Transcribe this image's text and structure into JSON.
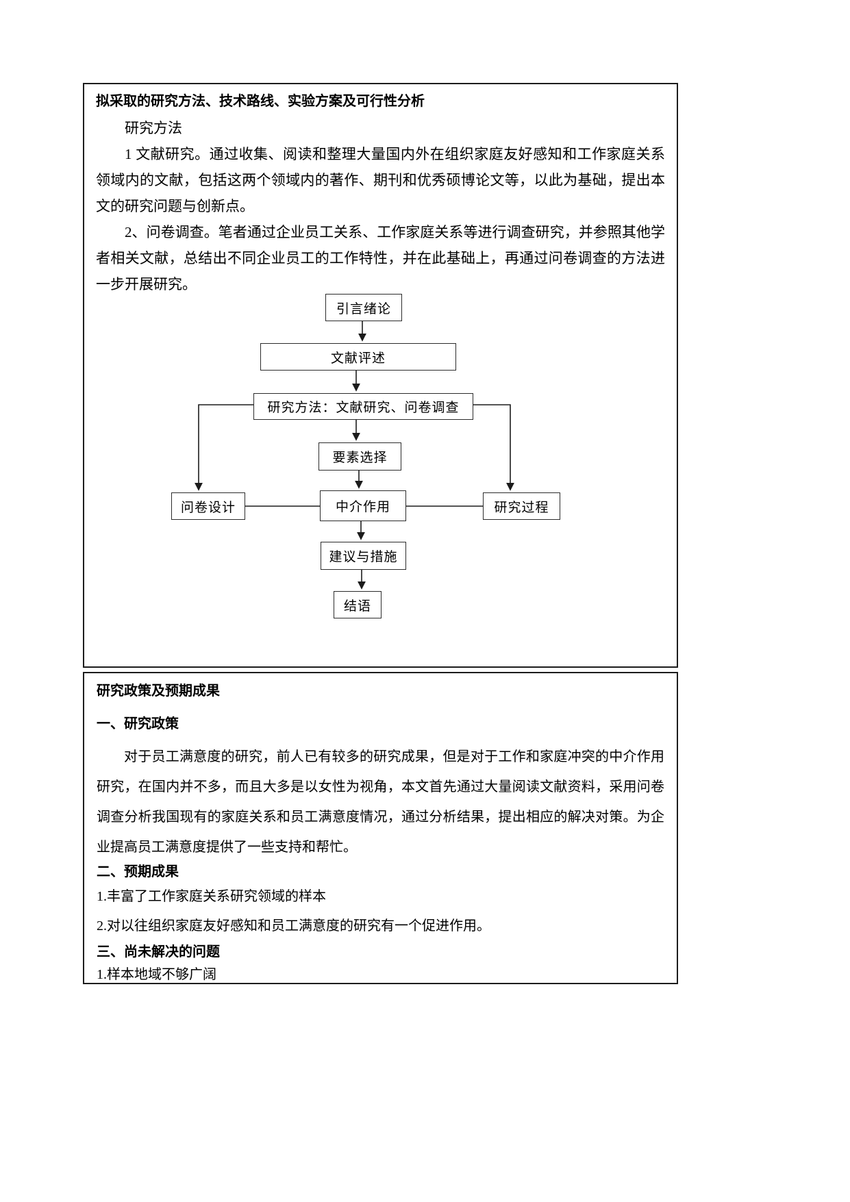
{
  "page": {
    "background": "#ffffff",
    "border_color": "#1c1c1c"
  },
  "section_methods": {
    "title": "拟采取的研究方法、技术路线、实验方案及可行性分析",
    "subtitle": "研究方法",
    "paragraph1": "1 文献研究。通过收集、阅读和整理大量国内外在组织家庭友好感知和工作家庭关系领域内的文献，包括这两个领域内的著作、期刊和优秀硕博论文等，以此为基础，提出本文的研究问题与创新点。",
    "paragraph2": "2、问卷调查。笔者通过企业员工关系、工作家庭关系等进行调查研究，并参照其他学者相关文献，总结出不同企业员工的工作特性，并在此基础上，再通过问卷调查的方法进一步开展研究。",
    "flowchart": {
      "nodes": {
        "intro": "引言绪论",
        "literature_review": "文献评述",
        "method": "研究方法：文献研究、问卷调查",
        "element_selection": "要素选择",
        "questionnaire_design": "问卷设计",
        "mediation": "中介作用",
        "research_process": "研究过程",
        "suggestions": "建议与措施",
        "conclusion": "结语"
      }
    }
  },
  "section_results": {
    "title": "研究政策及预期成果",
    "heading1": "一、研究政策",
    "paragraph1": "对于员工满意度的研究，前人已有较多的研究成果，但是对于工作和家庭冲突的中介作用研究，在国内并不多，而且大多是以女性为视角，本文首先通过大量阅读文献资料，采用问卷调查分析我国现有的家庭关系和员工满意度情况，通过分析结果，提出相应的解决对策。为企业提高员工满意度提供了一些支持和帮忙。",
    "heading2": "二、预期成果",
    "item1": "1.丰富了工作家庭关系研究领域的样本",
    "item2": "2.对以往组织家庭友好感知和员工满意度的研究有一个促进作用。",
    "heading3": "三、尚未解决的问题",
    "item3": "1.样本地域不够广阔"
  }
}
